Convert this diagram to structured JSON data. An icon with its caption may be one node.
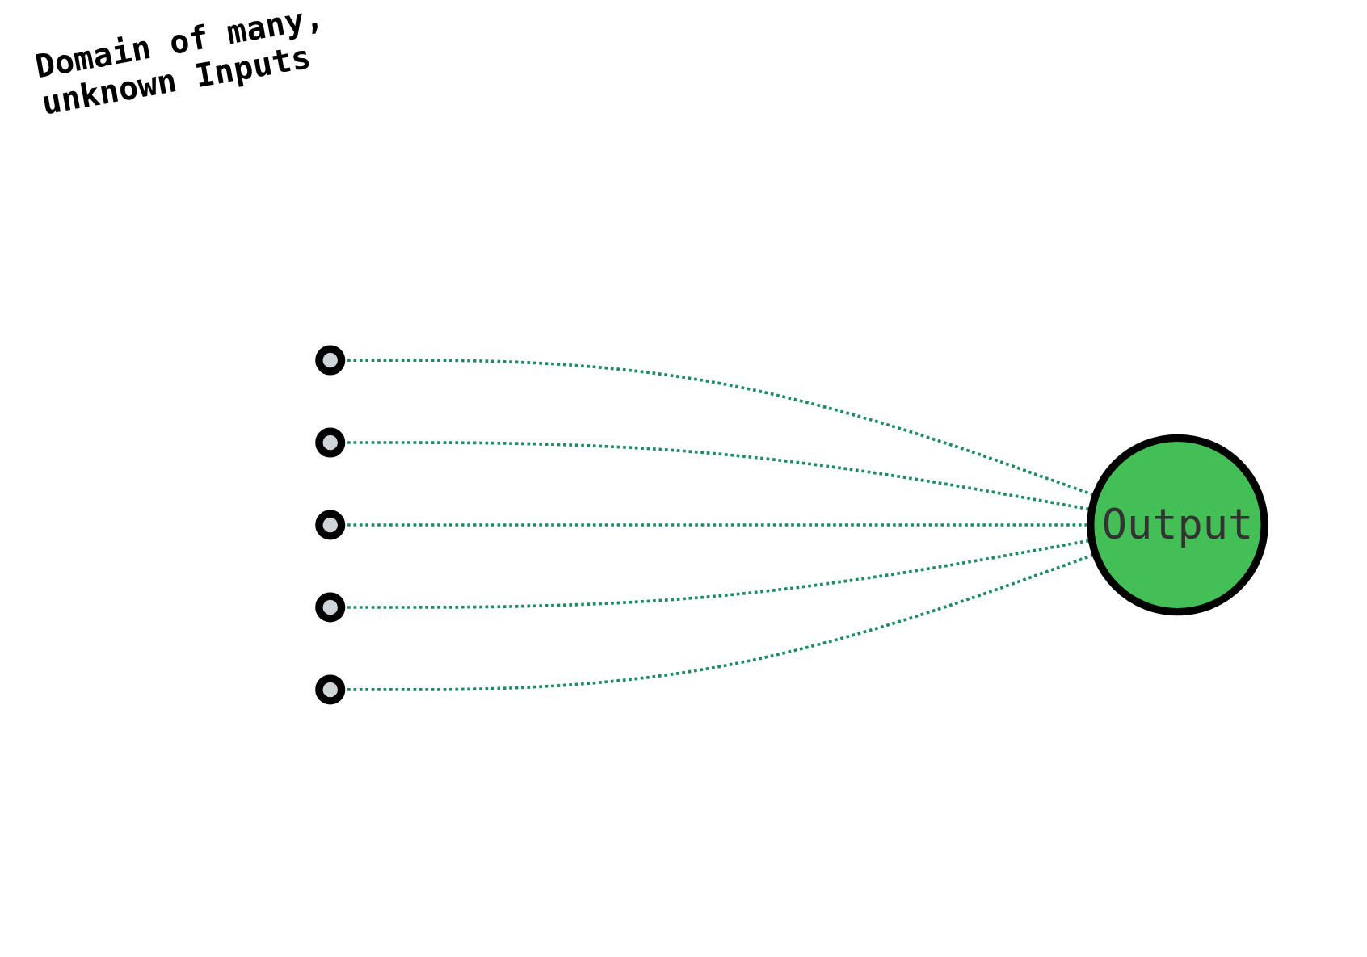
{
  "diagram": {
    "nodes": [
      {
        "text": [],
        "shape": "circle"
      },
      {
        "text": [],
        "shape": "circle"
      },
      {
        "text": [],
        "shape": "circle"
      },
      {
        "text": [],
        "shape": "circle"
      },
      {
        "text": [],
        "shape": "circle"
      },
      {
        "text": [
          "Output"
        ]
      }
    ],
    "edges": [
      {
        "from": 0,
        "to": 5,
        "arrow": "none",
        "style": "dashed"
      },
      {
        "from": 1,
        "to": 5,
        "arrow": "none",
        "style": "dashed"
      },
      {
        "from": 2,
        "to": 5,
        "arrow": "none",
        "style": "dashed"
      },
      {
        "from": 3,
        "to": 5,
        "arrow": "none",
        "style": "dashed"
      },
      {
        "from": 4,
        "to": 5,
        "arrow": "none",
        "style": "dashed"
      }
    ],
    "labels": [
      "Domain of many, unknown Inputs"
    ]
  }
}
